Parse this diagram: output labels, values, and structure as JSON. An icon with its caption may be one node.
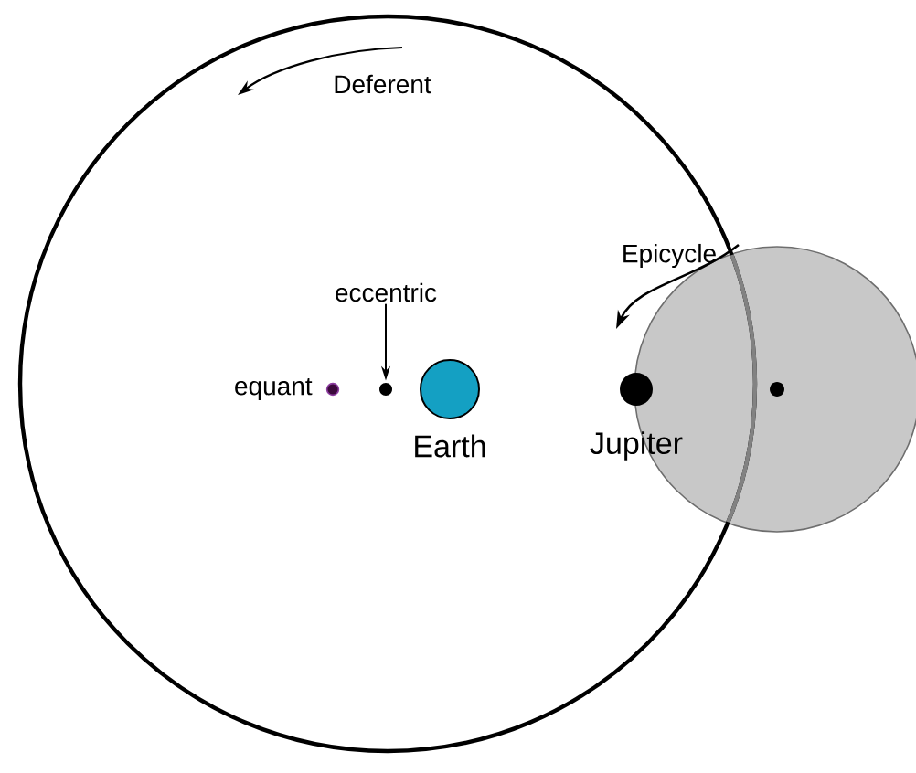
{
  "diagram": {
    "nodes": [
      {
        "text": [
          "eccentric"
        ]
      },
      {
        "text": [],
        "shape": "circle"
      }
    ],
    "edges": [
      {
        "from": 0,
        "to": 1,
        "arrow": "to"
      }
    ],
    "labels": [
      "Deferent",
      "Epicycle",
      "equant",
      "Earth",
      "Jupiter"
    ]
  }
}
